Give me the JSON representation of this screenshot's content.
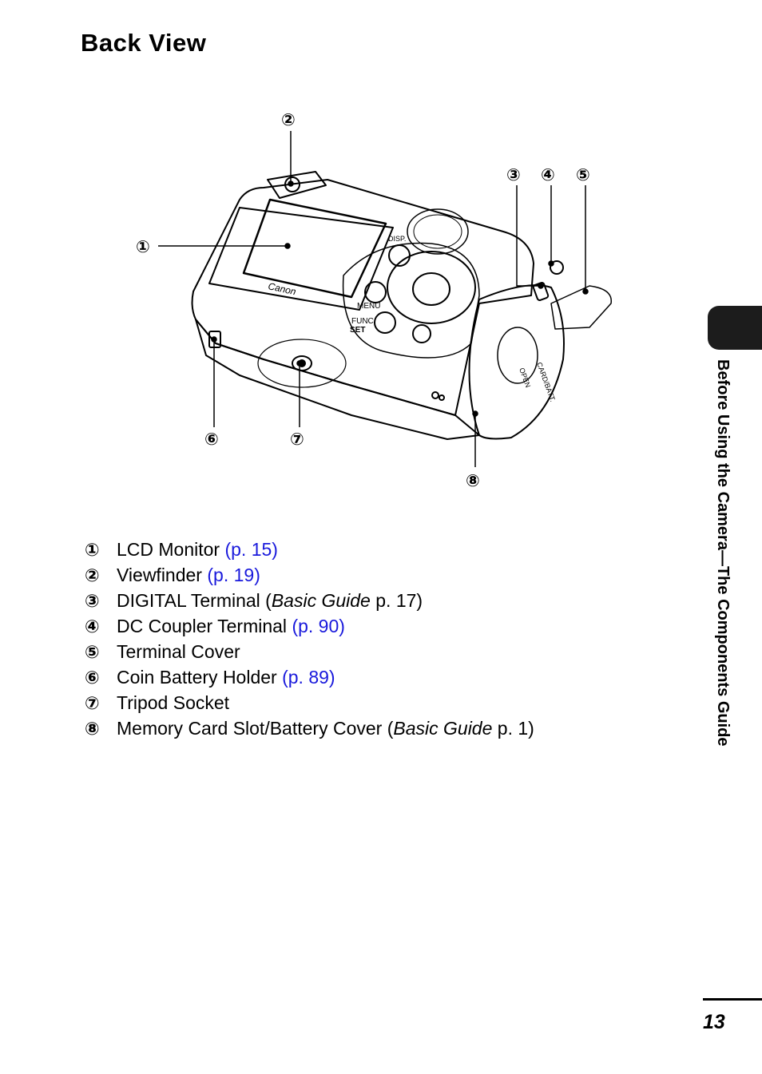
{
  "title": "Back View",
  "callouts": [
    "①",
    "②",
    "③",
    "④",
    "⑤",
    "⑥",
    "⑦",
    "⑧"
  ],
  "camera_labels": {
    "brand": "Canon",
    "disp": "DISP.",
    "menu": "MENU",
    "func": "FUNC",
    "set": "SET",
    "open": "OPEN",
    "card_batt": "CARD/BATT."
  },
  "parts": [
    {
      "num": "①",
      "label": "LCD Monitor ",
      "italic": "",
      "after": "",
      "ref": "(p. 15)"
    },
    {
      "num": "②",
      "label": "Viewfinder ",
      "italic": "",
      "after": "",
      "ref": "(p. 19)"
    },
    {
      "num": "③",
      "label": "DIGITAL Terminal (",
      "italic": "Basic Guide",
      "after": " p. 17)",
      "ref": ""
    },
    {
      "num": "④",
      "label": "DC Coupler Terminal ",
      "italic": "",
      "after": "",
      "ref": "(p. 90)"
    },
    {
      "num": "⑤",
      "label": "Terminal Cover",
      "italic": "",
      "after": "",
      "ref": ""
    },
    {
      "num": "⑥",
      "label": "Coin Battery Holder ",
      "italic": "",
      "after": "",
      "ref": "(p. 89)"
    },
    {
      "num": "⑦",
      "label": "Tripod Socket",
      "italic": "",
      "after": "",
      "ref": ""
    },
    {
      "num": "⑧",
      "label": "Memory Card Slot/Battery Cover (",
      "italic": "Basic Guide",
      "after": " p. 1)",
      "ref": ""
    }
  ],
  "side_tab": "Before Using the Camera—The Components Guide",
  "page_number": "13",
  "colors": {
    "link": "#1a1adc",
    "tab": "#1c1c1c"
  }
}
